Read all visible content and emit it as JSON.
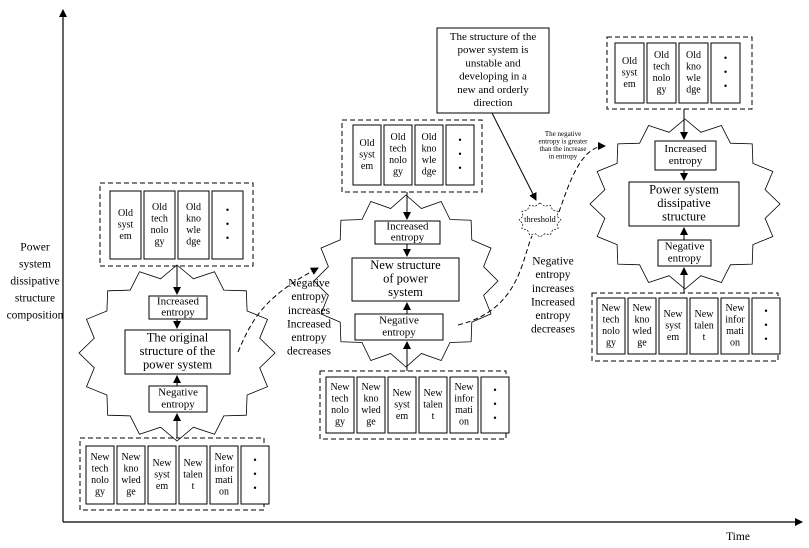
{
  "diagram": {
    "y_axis_label": [
      "Power",
      "system",
      "dissipative",
      "structure",
      "composition"
    ],
    "x_axis_label": "Time",
    "old_items": [
      [
        "Old",
        "syst",
        "em"
      ],
      [
        "Old",
        "tech",
        "nolo",
        "gy"
      ],
      [
        "Old",
        "kno",
        "wle",
        "dge"
      ],
      [
        "•",
        "•",
        "•"
      ]
    ],
    "new_items": [
      [
        "New",
        "tech",
        "nolo",
        "gy"
      ],
      [
        "New",
        "kno",
        "wled",
        "ge"
      ],
      [
        "New",
        "syst",
        "em"
      ],
      [
        "New",
        "talen",
        "t"
      ],
      [
        "New",
        "infor",
        "mati",
        "on"
      ],
      [
        "•",
        "•",
        "•"
      ]
    ],
    "increased_entropy": [
      "Increased",
      "entropy"
    ],
    "negative_entropy": [
      "Negative",
      "entropy"
    ],
    "stage1_title": [
      "The original",
      "structure of the",
      "power system"
    ],
    "stage2_title": [
      "New structure",
      "of power",
      "system"
    ],
    "stage3_title": [
      "Power system",
      "dissipative",
      "structure"
    ],
    "transition1": [
      "Negative",
      "entropy",
      "increases",
      "Increased",
      "entropy",
      "decreases"
    ],
    "transition2": [
      "Negative",
      "entropy",
      "increases",
      "Increased",
      "entropy",
      "decreases"
    ],
    "threshold_label": "threshold",
    "threshold_note": [
      "The negative",
      "entropy is greater",
      "than the increase",
      "in entropy"
    ],
    "callout": [
      "The structure of the",
      "power system is",
      "unstable and",
      "developing in a",
      "new and orderly",
      "direction"
    ]
  }
}
